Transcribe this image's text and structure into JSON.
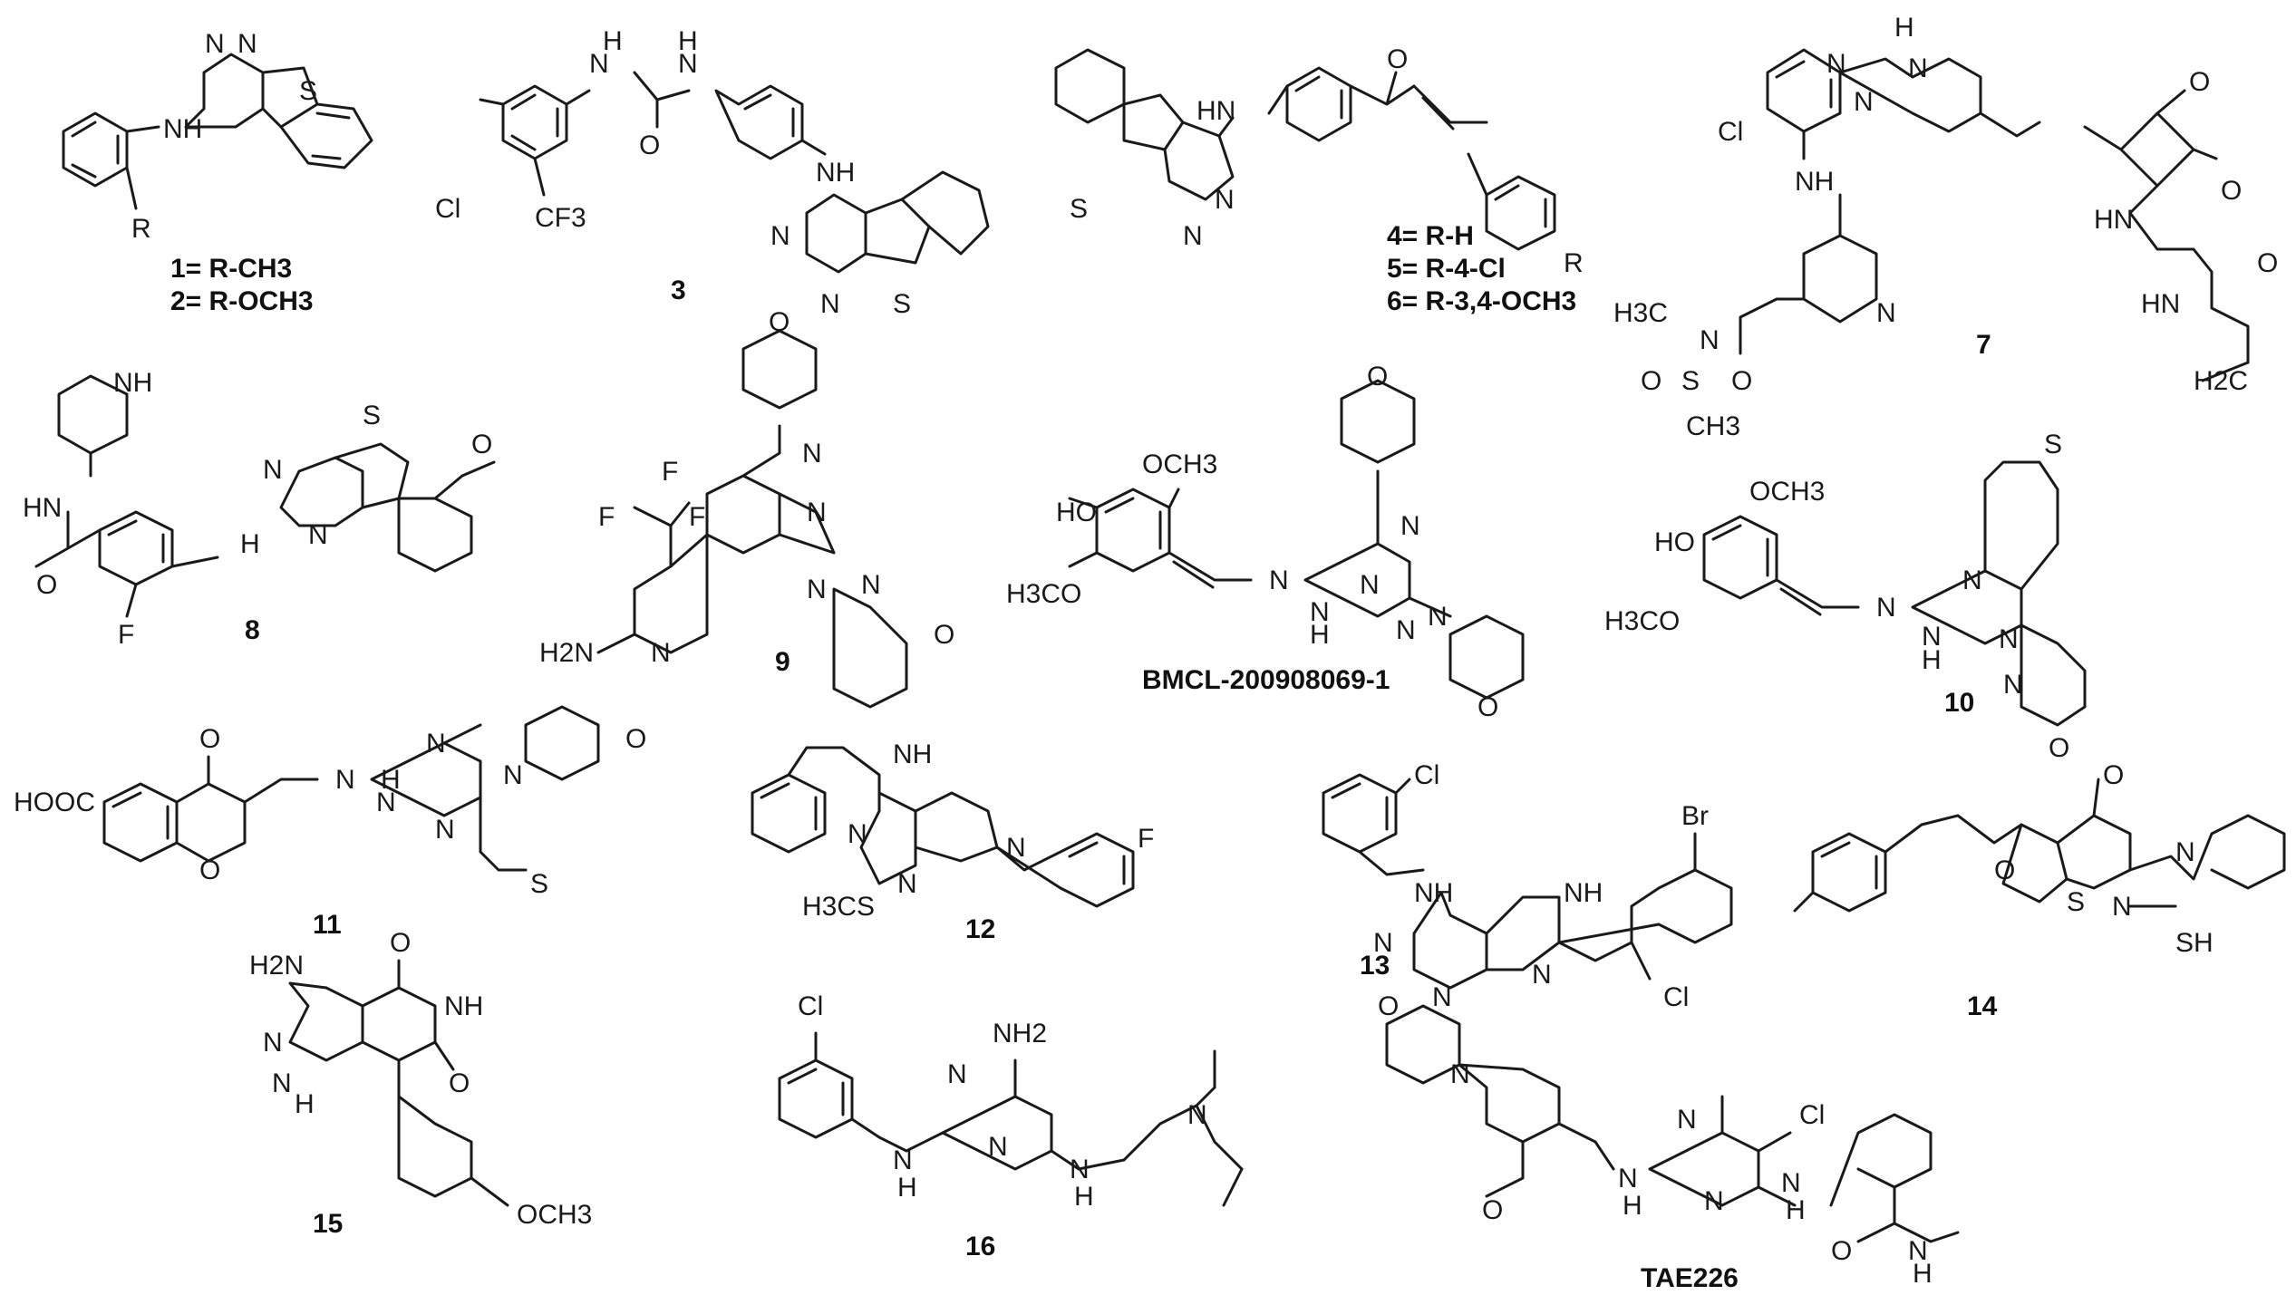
{
  "figure": {
    "compounds": [
      {
        "id": "c1",
        "caption_lines": [
          "1= R-CH3",
          "2= R-OCH3"
        ],
        "atoms": [
          "N",
          "N",
          "S",
          "NH",
          "R"
        ]
      },
      {
        "id": "c3",
        "caption_lines": [
          "3"
        ],
        "atoms": [
          "Cl",
          "CF3",
          "N",
          "N",
          "H",
          "H",
          "O",
          "NH",
          "N",
          "N",
          "S"
        ]
      },
      {
        "id": "c4",
        "caption_lines": [
          "4= R-H",
          "5= R-4-Cl",
          "6= R-3,4-OCH3"
        ],
        "atoms": [
          "HN",
          "O",
          "S",
          "N",
          "N",
          "R"
        ]
      },
      {
        "id": "c7",
        "caption_lines": [
          "7"
        ],
        "atoms": [
          "H",
          "N",
          "N",
          "Cl",
          "NH",
          "N",
          "O",
          "O",
          "HN",
          "H3C",
          "N",
          "S",
          "O",
          "O",
          "CH3",
          "N",
          "HN",
          "O",
          "H2C"
        ]
      },
      {
        "id": "c8",
        "caption_lines": [
          "8"
        ],
        "atoms": [
          "NH",
          "HN",
          "O",
          "F",
          "N",
          "N",
          "H",
          "S",
          "O"
        ]
      },
      {
        "id": "c9",
        "caption_lines": [
          "9"
        ],
        "atoms": [
          "F",
          "F",
          "F",
          "O",
          "N",
          "N",
          "N",
          "N",
          "H2N",
          "N",
          "O"
        ]
      },
      {
        "id": "cB",
        "caption_lines": [
          "BMCL-200908069-1"
        ],
        "atoms": [
          "OCH3",
          "HO",
          "H3CO",
          "N",
          "N",
          "H",
          "N",
          "N",
          "N",
          "O",
          "N",
          "O"
        ]
      },
      {
        "id": "c10",
        "caption_lines": [
          "10"
        ],
        "atoms": [
          "OCH3",
          "HO",
          "H3CO",
          "N",
          "N",
          "H",
          "N",
          "N",
          "S",
          "N",
          "O"
        ]
      },
      {
        "id": "c11",
        "caption_lines": [
          "11"
        ],
        "atoms": [
          "HOOC",
          "O",
          "O",
          "N",
          "N",
          "H",
          "N",
          "N",
          "N",
          "O",
          "S"
        ]
      },
      {
        "id": "c12",
        "caption_lines": [
          "12"
        ],
        "atoms": [
          "NH",
          "N",
          "N",
          "N",
          "H3CS",
          "F"
        ]
      },
      {
        "id": "c13",
        "caption_lines": [
          "13"
        ],
        "atoms": [
          "Cl",
          "NH",
          "N",
          "N",
          "NH",
          "N",
          "Br",
          "Cl"
        ]
      },
      {
        "id": "c14",
        "caption_lines": [
          "14"
        ],
        "atoms": [
          "O",
          "O",
          "N",
          "S",
          "N",
          "SH"
        ]
      },
      {
        "id": "c15",
        "caption_lines": [
          "15"
        ],
        "atoms": [
          "H2N",
          "O",
          "NH",
          "N",
          "N",
          "H",
          "O",
          "OCH3"
        ]
      },
      {
        "id": "c16",
        "caption_lines": [
          "16"
        ],
        "atoms": [
          "Cl",
          "NH2",
          "N",
          "N",
          "N",
          "H",
          "N",
          "H",
          "N"
        ]
      },
      {
        "id": "cTAE",
        "caption_lines": [
          "TAE226"
        ],
        "atoms": [
          "O",
          "N",
          "N",
          "N",
          "Cl",
          "N",
          "H",
          "N",
          "H",
          "O",
          "O",
          "N",
          "H"
        ]
      }
    ]
  }
}
